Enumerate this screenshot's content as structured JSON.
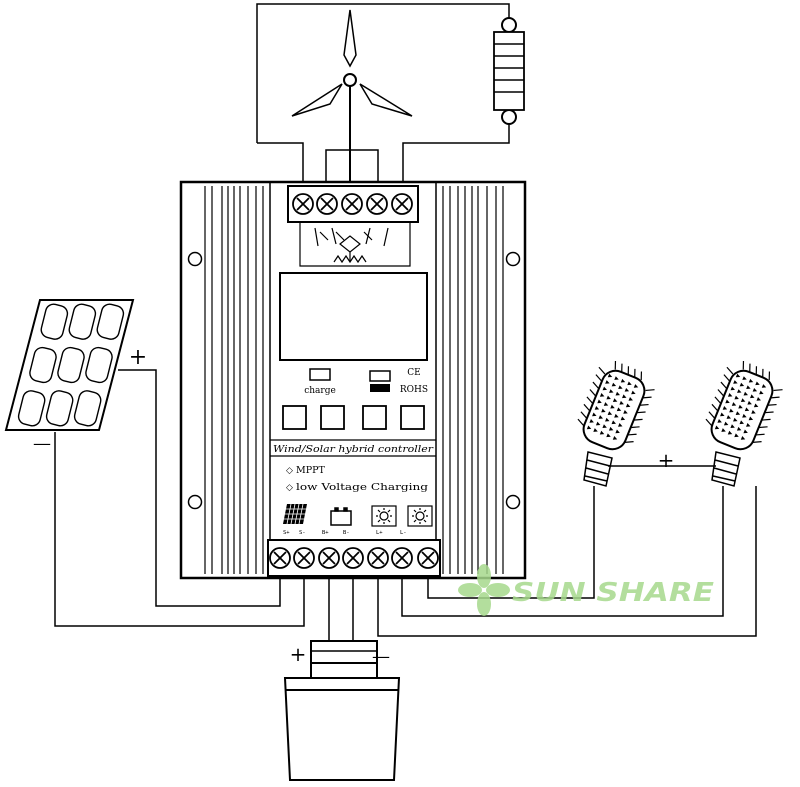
{
  "controller": {
    "title": "Wind/Solar hybrid controller",
    "charge_label": "charge",
    "ce_label": "CE",
    "rohs_label": "ROHS",
    "feature_1": "MPPT",
    "feature_2": "low Voltage Charging"
  },
  "terminals": {
    "solar_pos": "S+",
    "solar_neg": "S-",
    "battery_pos": "B+",
    "battery_neg": "B-",
    "load_1": "L+",
    "load_2": "L-"
  },
  "polarity": {
    "plus": "+",
    "minus": "—"
  },
  "watermark": {
    "text": "SUN SHARE"
  },
  "colors": {
    "line": "#000000",
    "watermark": "#a6d98c"
  }
}
